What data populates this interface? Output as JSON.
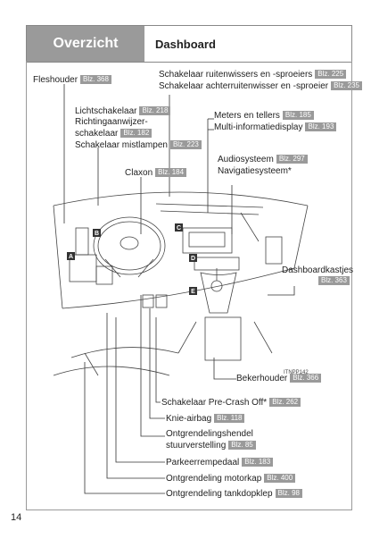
{
  "header": {
    "section": "Overzicht",
    "title": "Dashboard"
  },
  "labels": {
    "fleshouder": {
      "text": "Fleshouder",
      "page": "Blz. 368"
    },
    "ruitenwissers": {
      "text": "Schakelaar ruitenwissers en -sproeiers",
      "page": "Blz. 225"
    },
    "achterruitenwisser": {
      "text": "Schakelaar achterruitenwisser en -sproeier",
      "page": "Blz. 235"
    },
    "lichtschakelaar": {
      "text": "Lichtschakelaar",
      "page": "Blz. 218"
    },
    "richtingaanwijzer_1": "Richtingaanwijzer-",
    "richtingaanwijzer_2": {
      "text": "schakelaar",
      "page": "Blz. 182"
    },
    "mistlampen": {
      "text": "Schakelaar mistlampen",
      "page": "Blz. 223"
    },
    "meters": {
      "text": "Meters en tellers",
      "page": "Blz. 185"
    },
    "multiinfo": {
      "text": "Multi-informatiedisplay",
      "page": "Blz. 193"
    },
    "claxon": {
      "text": "Claxon",
      "page": "Blz. 184"
    },
    "audio": {
      "text": "Audiosysteem",
      "page": "Blz. 297"
    },
    "navigatie": "Navigatiesysteem*",
    "dashboardkastjes_text": "Dashboardkastjes",
    "dashboardkastjes_page": "Blz. 363",
    "bekerhouder": {
      "text": "Bekerhouder",
      "page": "Blz. 366"
    },
    "precrash": {
      "text": "Schakelaar Pre-Crash Off*",
      "page": "Blz. 262"
    },
    "knieairbag": {
      "text": "Knie-airbag",
      "page": "Blz. 118"
    },
    "stuur_1": "Ontgrendelingshendel",
    "stuur_2": {
      "text": "stuurverstelling",
      "page": "Blz. 85"
    },
    "parkeerrem": {
      "text": "Parkeerrempedaal",
      "page": "Blz. 183"
    },
    "motorkap": {
      "text": "Ontgrendeling motorkap",
      "page": "Blz. 400"
    },
    "tankdop": {
      "text": "Ontgrendeling tankdopklep",
      "page": "Blz. 98"
    }
  },
  "markers": [
    "A",
    "B",
    "C",
    "D",
    "E"
  ],
  "image_code": "ITNPP142",
  "page_number": "14"
}
